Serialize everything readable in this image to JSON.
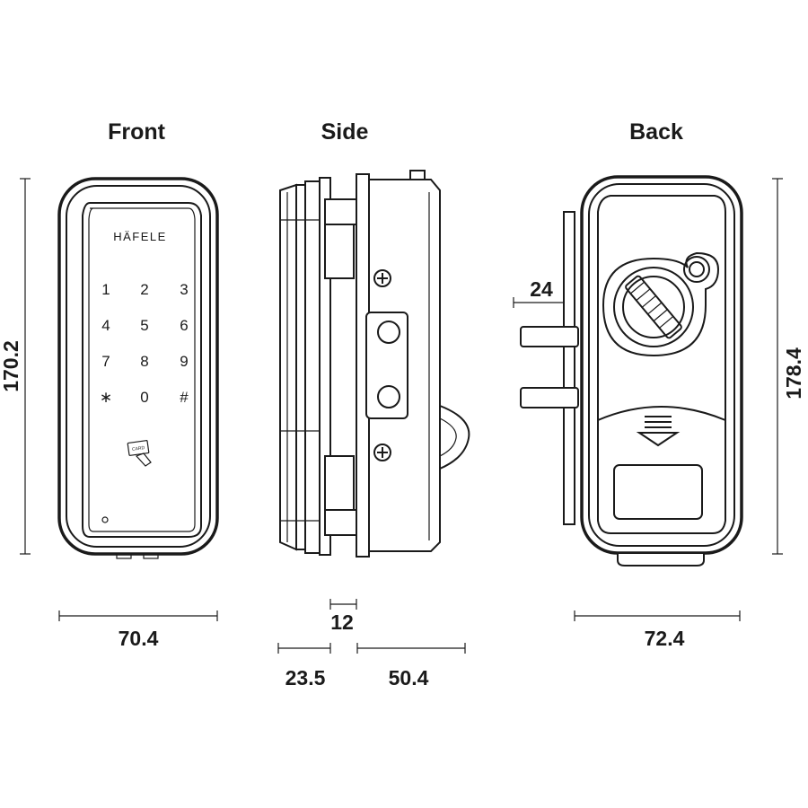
{
  "views": {
    "front": "Front",
    "side": "Side",
    "back": "Back"
  },
  "brand": "HÄFELE",
  "keypad": [
    "1",
    "2",
    "3",
    "4",
    "5",
    "6",
    "7",
    "8",
    "9",
    "∗",
    "0",
    "#"
  ],
  "card_label": "CARD",
  "dimensions": {
    "front_height": "170.2",
    "front_width": "70.4",
    "side_a": "12",
    "side_b": "23.5",
    "side_c": "50.4",
    "back_height": "178.4",
    "back_width": "72.4",
    "back_bolt": "24"
  },
  "colors": {
    "line": "#1a1a1a",
    "background": "#ffffff"
  }
}
